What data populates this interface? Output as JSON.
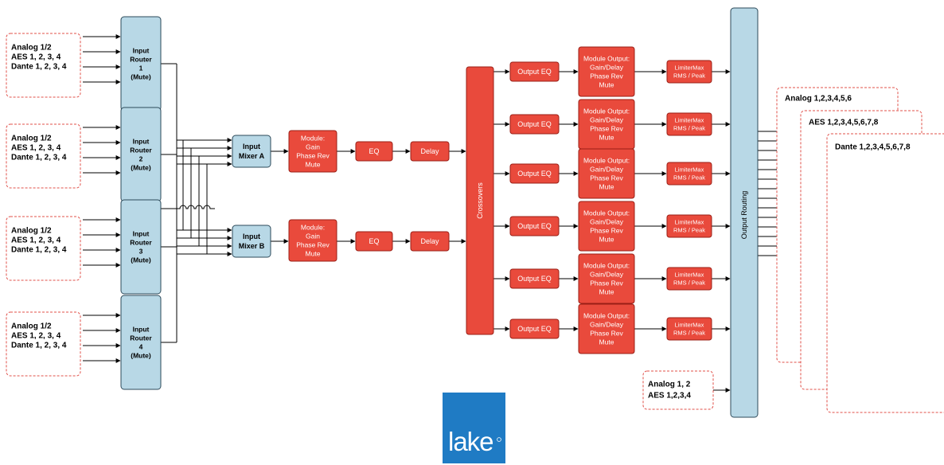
{
  "input_groups": [
    {
      "lines": [
        "Analog 1/2",
        "AES 1, 2, 3, 4",
        "Dante 1, 2, 3, 4"
      ]
    },
    {
      "lines": [
        "Analog 1/2",
        "AES 1, 2, 3, 4",
        "Dante 1, 2, 3, 4"
      ]
    },
    {
      "lines": [
        "Analog 1/2",
        "AES 1, 2, 3, 4",
        "Dante 1, 2, 3, 4"
      ]
    },
    {
      "lines": [
        "Analog 1/2",
        "AES 1, 2, 3, 4",
        "Dante 1, 2, 3, 4"
      ]
    }
  ],
  "input_routers": [
    {
      "lines": [
        "Input",
        "Router",
        "1",
        "(Mute)"
      ]
    },
    {
      "lines": [
        "Input",
        "Router",
        "2",
        "(Mute)"
      ]
    },
    {
      "lines": [
        "Input",
        "Router",
        "3",
        "(Mute)"
      ]
    },
    {
      "lines": [
        "Input",
        "Router",
        "4",
        "(Mute)"
      ]
    }
  ],
  "mixers": [
    {
      "lines": [
        "Input",
        "Mixer A"
      ]
    },
    {
      "lines": [
        "Input",
        "Mixer B"
      ]
    }
  ],
  "module_blocks": [
    {
      "lines": [
        "Module:",
        "Gain",
        "Phase Rev",
        "Mute"
      ]
    },
    {
      "lines": [
        "Module:",
        "Gain",
        "Phase Rev",
        "Mute"
      ]
    }
  ],
  "eq_label": "EQ",
  "delay_label": "Delay",
  "crossovers_label": "Crossovers",
  "output_eq_label": "Output EQ",
  "module_output_lines": [
    "Module Output:",
    "Gain/Delay",
    "Phase Rev",
    "Mute"
  ],
  "limiter_lines": [
    "LimiterMax",
    "RMS / Peak"
  ],
  "output_routing_label": "Output Routing",
  "output_groups": [
    {
      "label": "Analog 1,2,3,4,5,6"
    },
    {
      "label": "AES 1,2,3,4,5,6,7,8"
    },
    {
      "label": "Dante 1,2,3,4,5,6,7,8"
    }
  ],
  "monitor_group": {
    "lines": [
      "Analog 1, 2",
      "AES 1,2,3,4"
    ]
  },
  "logo_text": "lake",
  "colors": {
    "blue_fill": "#b8d8e6",
    "blue_stroke": "#2d4a5a",
    "red_fill": "#e94a3c",
    "red_stroke": "#9a1f16",
    "dashed_red": "#e0504a",
    "logo_blue": "#1f7bc4",
    "line": "#000000"
  }
}
